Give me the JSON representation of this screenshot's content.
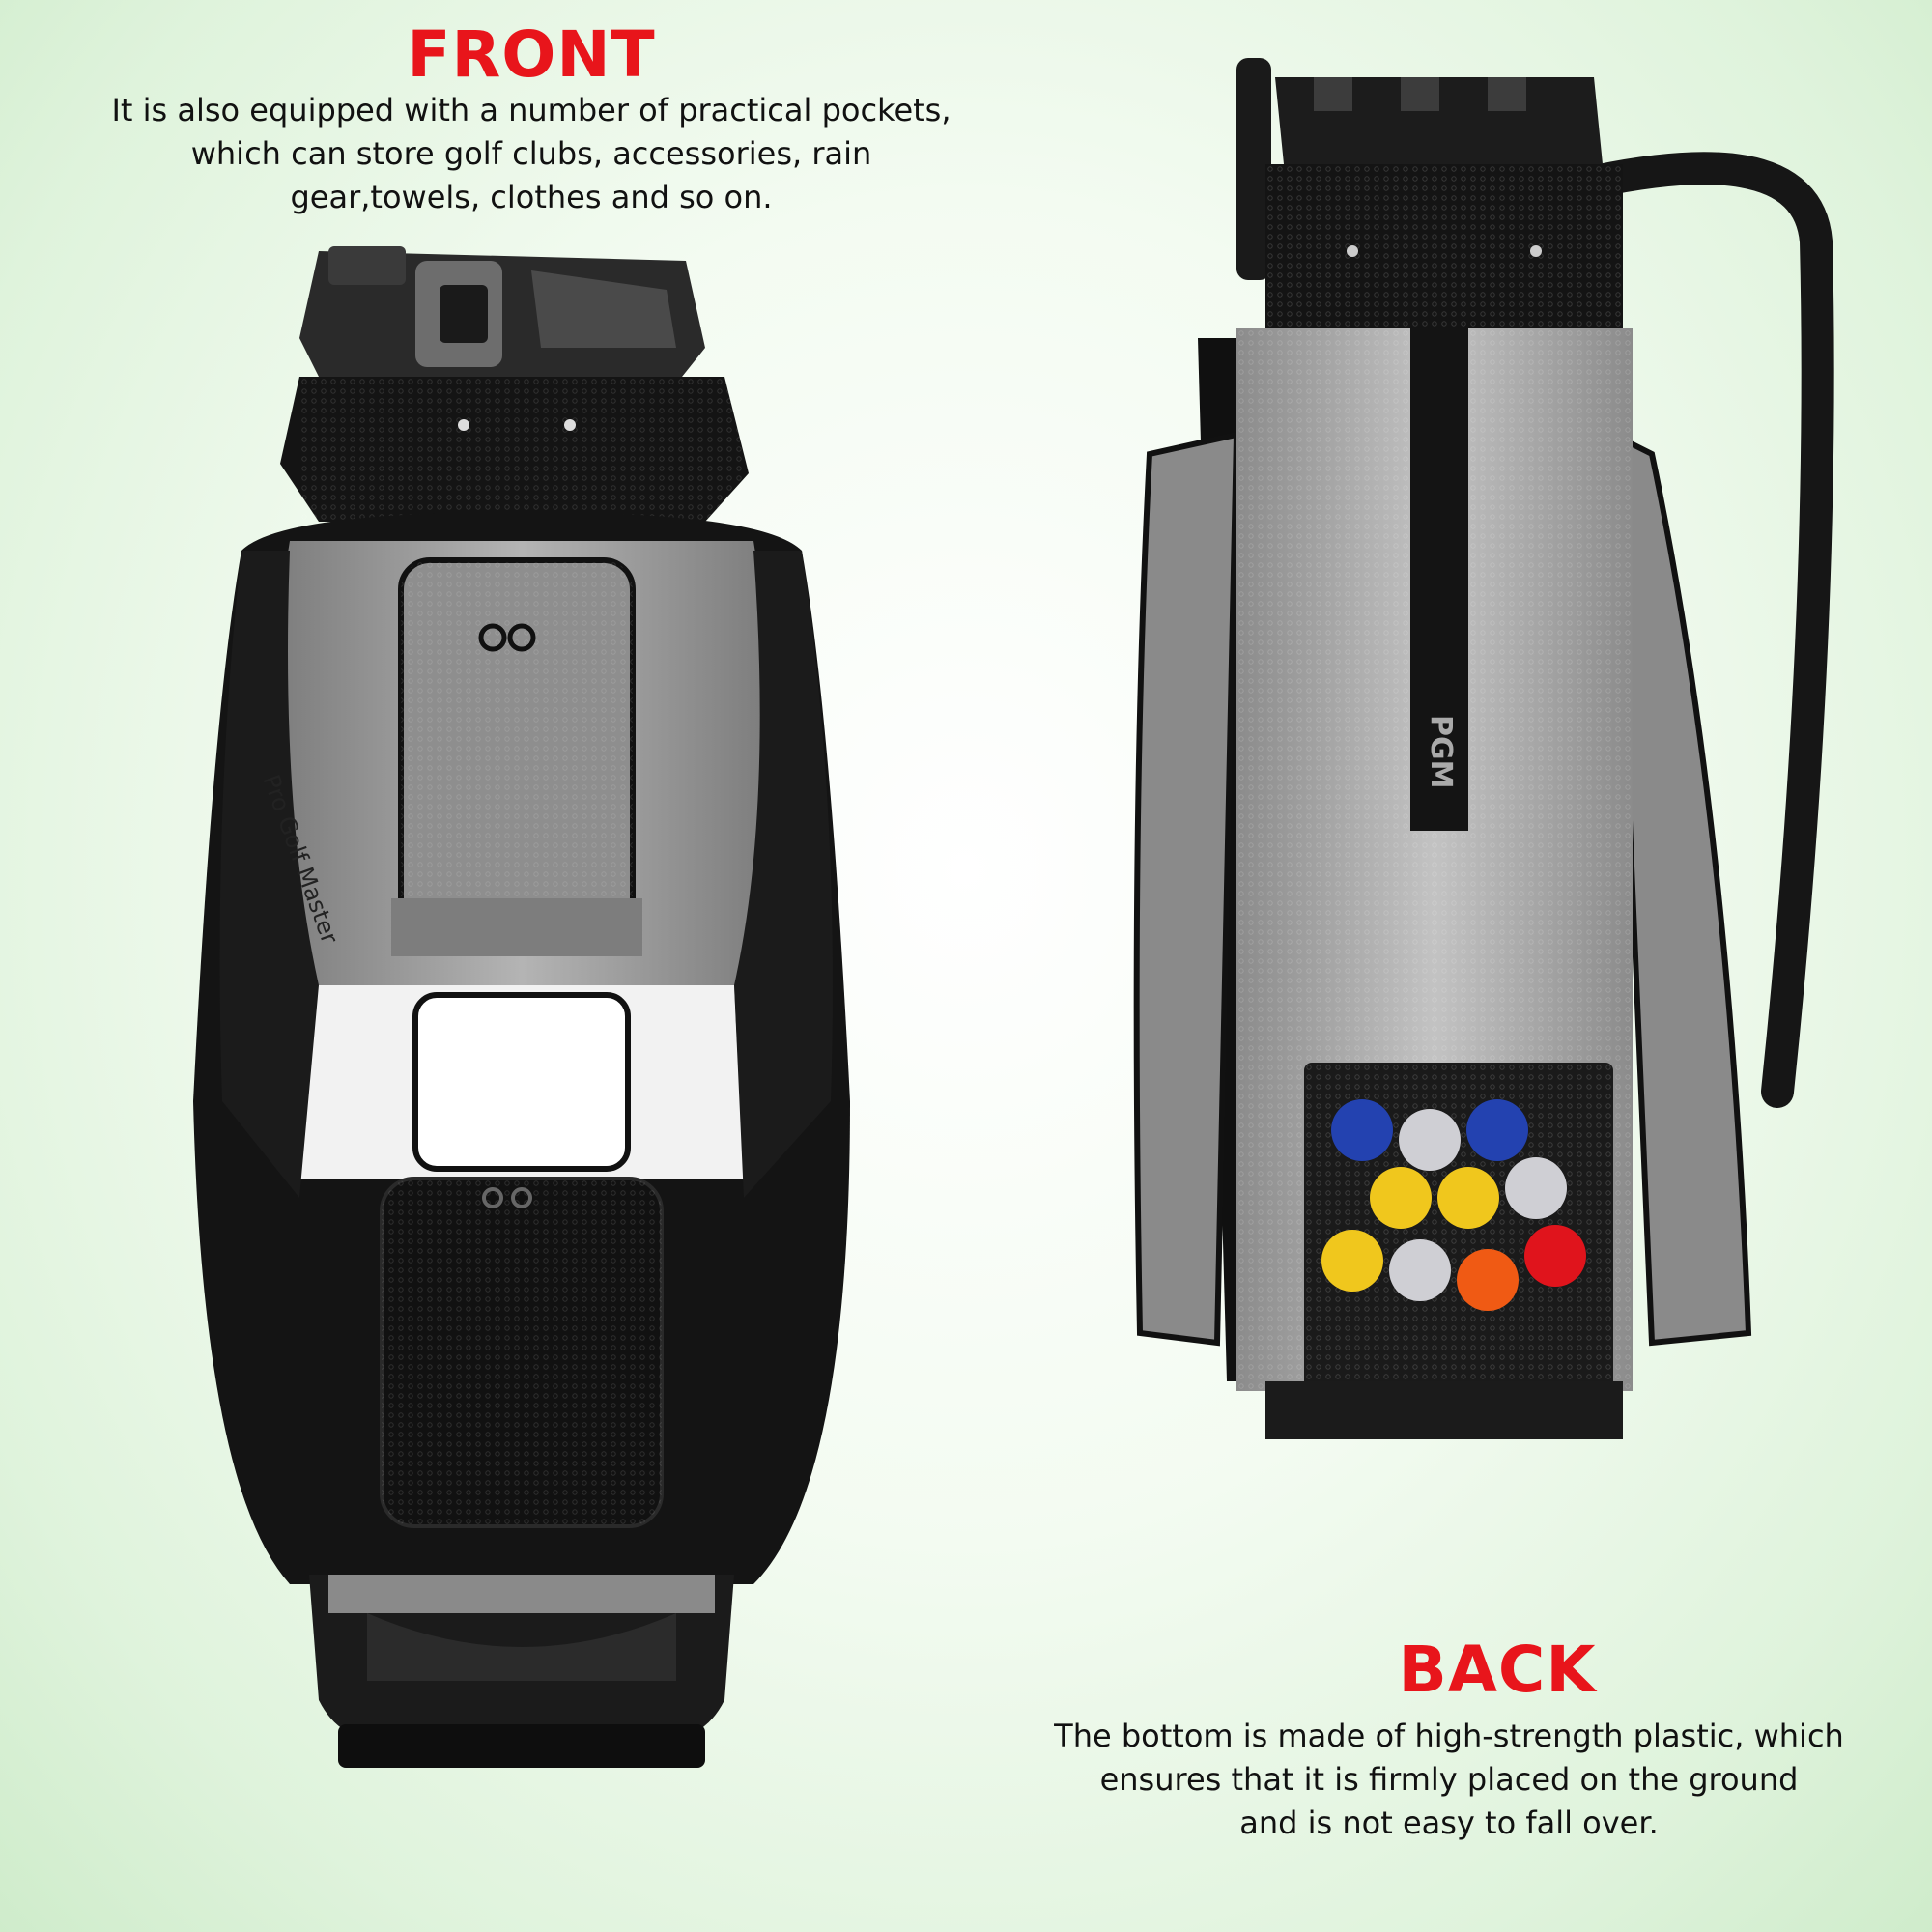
{
  "front": {
    "heading": "FRONT",
    "caption_lines": [
      "It is also equipped with a number of practical pockets,",
      "which can store golf clubs, accessories, rain",
      "gear,towels, clothes and so on."
    ],
    "bag_brand_text": "Pro Golf Master"
  },
  "back": {
    "heading": "BACK",
    "caption_lines": [
      "The bottom is made of high-strength plastic, which",
      "ensures that it is firmly placed on the ground",
      "and is not easy to fall over."
    ],
    "strap_logo_text": "PGM"
  },
  "colors": {
    "heading_red": "#e8151b",
    "caption_text": "#111111",
    "bag_black": "#141414",
    "bag_grey": "#9a9a9a",
    "bag_white": "#f2f2f2"
  },
  "balls": [
    {
      "color": "#2342b0"
    },
    {
      "color": "#cfcfd4"
    },
    {
      "color": "#2342b0"
    },
    {
      "color": "#f0c71d"
    },
    {
      "color": "#f0c71d"
    },
    {
      "color": "#cfcfd4"
    },
    {
      "color": "#f0c71d"
    },
    {
      "color": "#cfcfd4"
    },
    {
      "color": "#f05a14"
    },
    {
      "color": "#e0141c"
    }
  ]
}
